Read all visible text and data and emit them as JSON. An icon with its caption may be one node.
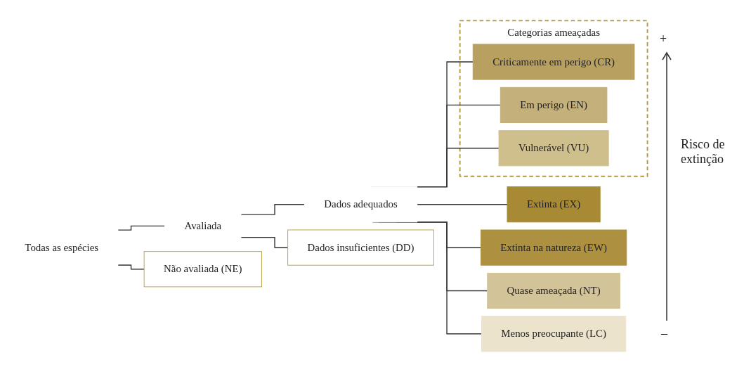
{
  "diagram": {
    "nodes": [
      {
        "text": [
          "Todas as espécies"
        ]
      },
      {
        "text": [
          "Avaliada"
        ]
      },
      {
        "text": [
          "Dados adequados"
        ]
      },
      {
        "text": [
          "Extinta (EX)"
        ]
      },
      {
        "text": [
          "Extinta na natureza (EW)"
        ]
      },
      {
        "text": [
          "Categorias ameaçadas"
        ]
      },
      {
        "text": [
          "Criticamente em perigo (CR)"
        ],
        "in": 5
      },
      {
        "text": [
          "Em perigo (EN)"
        ],
        "in": 5
      },
      {
        "text": [
          "Vulnerável (VU)"
        ],
        "in": 5
      },
      {
        "text": [
          "Quase ameaçada (NT)"
        ]
      },
      {
        "text": [
          "Menos preocupante (LC)"
        ]
      },
      {
        "text": [
          "Dados insuficientes (DD)"
        ]
      },
      {
        "text": [
          "Não avaliada (NE)"
        ]
      }
    ],
    "edges": [
      {
        "from": 0,
        "to": 1,
        "arrow": "none"
      },
      {
        "from": 0,
        "to": 12,
        "arrow": "none"
      },
      {
        "from": 1,
        "to": 2,
        "arrow": "none"
      },
      {
        "from": 1,
        "to": 11,
        "arrow": "none"
      },
      {
        "from": 2,
        "to": 3,
        "arrow": "none"
      },
      {
        "from": 2,
        "to": 4,
        "arrow": "none"
      },
      {
        "from": 2,
        "to": 6,
        "arrow": "none"
      },
      {
        "from": 2,
        "to": 7,
        "arrow": "none"
      },
      {
        "from": 2,
        "to": 8,
        "arrow": "none"
      },
      {
        "from": 2,
        "to": 9,
        "arrow": "none"
      },
      {
        "from": 2,
        "to": 10,
        "arrow": "none"
      }
    ],
    "labels": [
      "+",
      "Risco de extinção",
      "–"
    ]
  }
}
